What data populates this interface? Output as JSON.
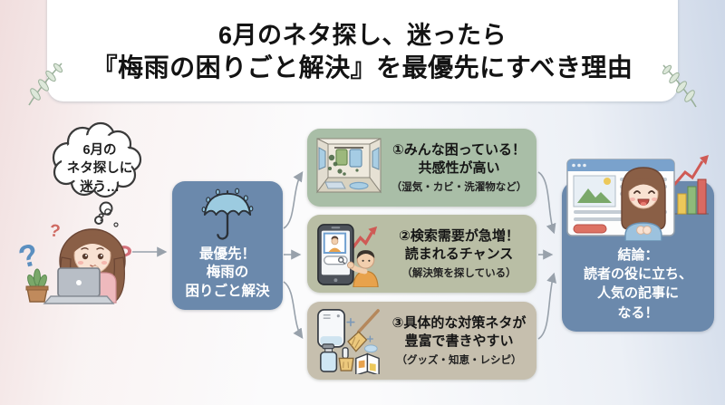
{
  "title": {
    "line1": "6月のネタ探し、迷ったら",
    "line2": "『梅雨の困りごと解決』を最優先にすべき理由"
  },
  "thought": {
    "lines": [
      "6月の",
      "ネタ探しに",
      "迷う…"
    ]
  },
  "priority": {
    "icon": "rain-umbrella",
    "lines": [
      "最優先！",
      "梅雨の",
      "困りごと解決"
    ],
    "bg": "#6b89ac"
  },
  "reasons": [
    {
      "icon": "moldy-room",
      "line1": "①みんな困っている！",
      "line2": "共感性が高い",
      "note": "（湿気・カビ・洗濯物など）",
      "bg": "#a9bea7"
    },
    {
      "icon": "smartphone-search",
      "line1": "②検索需要が急増！",
      "line2": "読まれるチャンス",
      "note": "（解決策を探している）",
      "bg": "#b9bea5"
    },
    {
      "icon": "cleaning-goods",
      "line1": "③具体的な対策ネタが",
      "line2": "豊富で書きやすい",
      "note": "（グッズ・知恵・レシピ）",
      "bg": "#c6bfae"
    }
  ],
  "conclusion": {
    "icon": "blog-article-growth",
    "lines": [
      "結論：",
      "読者の役に立ち、",
      "人気の記事に",
      "なる！"
    ],
    "bg": "#6b89ac"
  },
  "illustration": {
    "question_mark": "?"
  },
  "colors": {
    "arrow": "#98a1ab",
    "title_text": "#131313"
  }
}
